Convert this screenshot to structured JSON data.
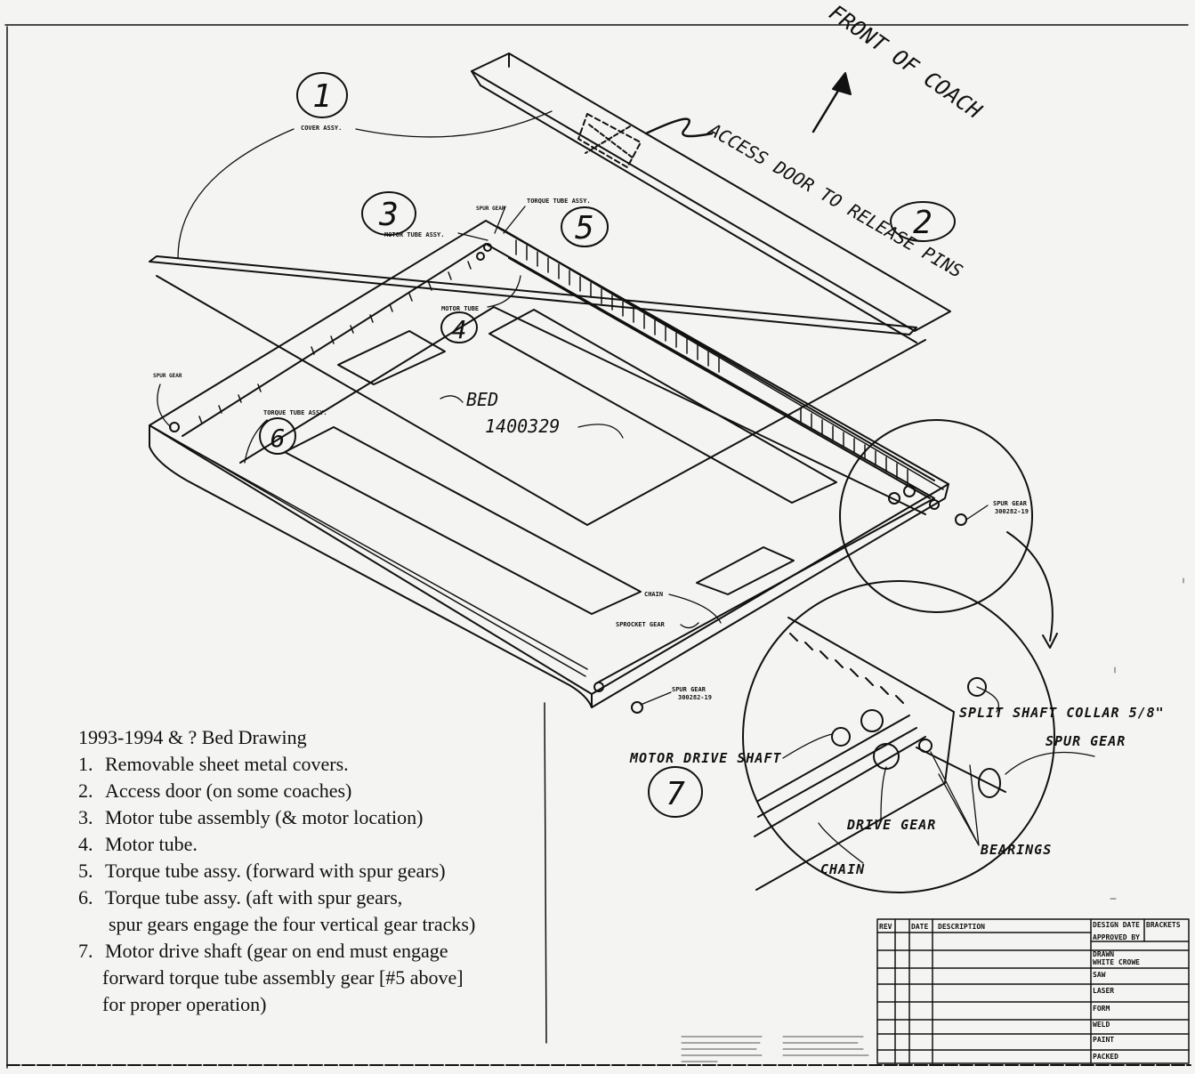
{
  "handwritten": {
    "front_of_coach": "FRONT OF COACH",
    "access_door": "ACCESS DOOR TO RELEASE PINS",
    "bed": "BED",
    "bed_number": "1400329",
    "circle_numbers": [
      "1",
      "2",
      "3",
      "4",
      "5",
      "6",
      "7"
    ]
  },
  "part_labels": {
    "cover_assy": "COVER ASSY.",
    "motor_tube_assy": "MOTOR TUBE ASSY.",
    "spur_gear_small": "SPUR GEAR",
    "torque_tube_assy_top": "TORQUE TUBE ASSY.",
    "motor_tube": "MOTOR TUBE",
    "spur_gear_left": "SPUR GEAR",
    "torque_tube_assy_left": "TORQUE TUBE ASSY.",
    "chain_small": "CHAIN",
    "sprocket_gear": "SPROCKET GEAR",
    "spur_gear_bottom": "SPUR GEAR",
    "spur_gear_bottom_code": "300282-19",
    "spur_gear_right": "SPUR GEAR",
    "spur_gear_right_code": "300282-19"
  },
  "detail_labels": {
    "split_shaft_collar": "SPLIT SHAFT COLLAR 5/8\"",
    "spur_gear": "SPUR GEAR",
    "motor_drive_shaft": "MOTOR DRIVE SHAFT",
    "drive_gear": "DRIVE GEAR",
    "bearings": "BEARINGS",
    "chain": "CHAIN"
  },
  "notes": {
    "title": "1993-1994 & ? Bed Drawing",
    "items": [
      {
        "num": "1.",
        "text": "Removable sheet metal covers."
      },
      {
        "num": "2.",
        "text": "Access door (on some coaches)"
      },
      {
        "num": "3.",
        "text": "Motor tube assembly (& motor location)"
      },
      {
        "num": "4.",
        "text": "Motor tube."
      },
      {
        "num": "5.",
        "text": "Torque tube assy. (forward with spur gears)"
      },
      {
        "num": "6.",
        "text": "Torque tube assy. (aft with spur gears,"
      },
      {
        "num": "7.",
        "text": "Motor drive shaft (gear on end must engage"
      }
    ],
    "item6_cont": "spur gears engage the four vertical gear tracks)",
    "item7_cont1": "forward torque tube assembly gear [#5 above]",
    "item7_cont2": "for proper operation)"
  },
  "title_block": {
    "rev": "REV",
    "date": "DATE",
    "description": "DESCRIPTION",
    "design_date": "DESIGN DATE",
    "brackets": "BRACKETS",
    "approved_by": "APPROVED BY",
    "drawn": "DRAWN",
    "drawn_by": "WHITE CROWE",
    "saw": "SAW",
    "laser": "LASER",
    "form": "FORM",
    "weld": "WELD",
    "paint": "PAINT",
    "packed": "PACKED"
  }
}
